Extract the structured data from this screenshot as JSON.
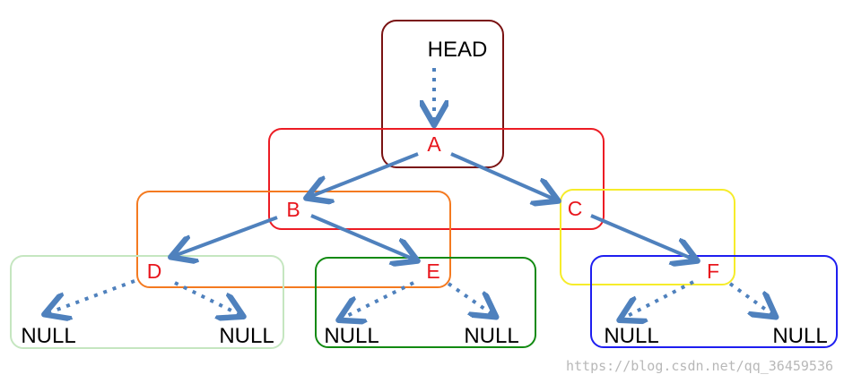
{
  "diagram": {
    "head_label": "HEAD",
    "nodes": {
      "a": "A",
      "b": "B",
      "c": "C",
      "d": "D",
      "e": "E",
      "f": "F"
    },
    "null_label": "NULL",
    "box_colors": {
      "head": "#7a1212",
      "a": "#ec1c24",
      "b": "#f47a20",
      "c": "#f6ec2a",
      "d": "#c5e6c0",
      "e": "#128a12",
      "f": "#1e1ef0"
    },
    "node_label_color": "#e8161d",
    "arrow_color": "#4f81bd"
  },
  "watermark": "https://blog.csdn.net/qq_36459536"
}
